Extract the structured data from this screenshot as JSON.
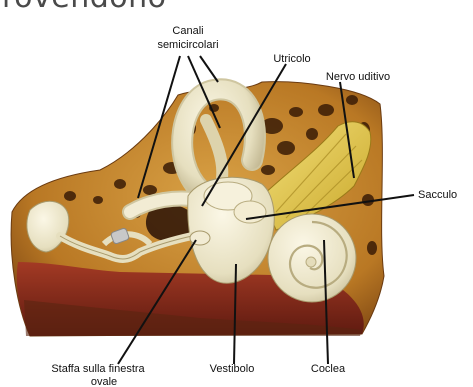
{
  "header_fragment": "rovendono",
  "labels": {
    "canali_line1": "Canali",
    "canali_line2": "semicircolari",
    "utricolo": "Utricolo",
    "nervo": "Nervo uditivo",
    "sacculo": "Sacculo",
    "staffa_line1": "Staffa sulla finestra",
    "staffa_line2": "ovale",
    "vestibolo": "Vestibolo",
    "coclea": "Coclea"
  },
  "colors": {
    "bone": "#c98a2c",
    "bone_dark": "#7a4412",
    "soft_tissue": "#8a2c1c",
    "membrane": "#ece6c8",
    "nerve": "#e4c84a"
  }
}
